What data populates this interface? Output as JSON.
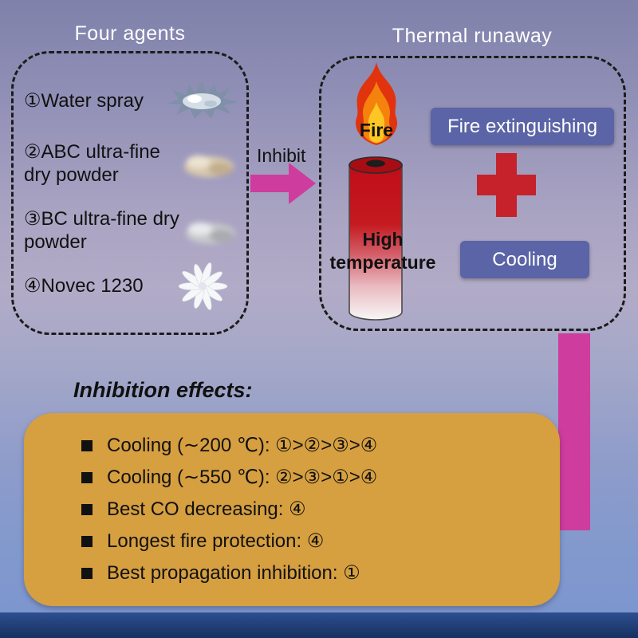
{
  "colors": {
    "arrow_color": "#ce3c9e",
    "plus_color": "#c5222b",
    "button_bg": "#5a64a6",
    "button_text": "#ffffff",
    "effects_bg": "#d69f40",
    "title_text": "#ffffff"
  },
  "left_panel": {
    "title": "Four agents",
    "agents": [
      {
        "label": "①Water spray",
        "icon": "water-splash"
      },
      {
        "label": "②ABC ultra-fine dry powder",
        "icon": "abc-dry-powder"
      },
      {
        "label": "③BC ultra-fine dry powder",
        "icon": "bc-dry-powder"
      },
      {
        "label": "④Novec 1230",
        "icon": "novec-1230-spray"
      }
    ]
  },
  "inhibit": {
    "label": "Inhibit"
  },
  "right_panel": {
    "title": "Thermal runaway",
    "fire_label": "Fire",
    "battery_label": "High temperature",
    "measures": [
      {
        "label": "Fire extinguishing"
      },
      {
        "label": "Cooling"
      }
    ]
  },
  "effects": {
    "heading": "Inhibition effects:",
    "items": [
      "Cooling (∼200 ℃): ①>②>③>④",
      "Cooling (∼550 ℃): ②>③>①>④",
      "Best CO decreasing: ④",
      "Longest fire protection: ④",
      "Best propagation inhibition: ①"
    ]
  }
}
